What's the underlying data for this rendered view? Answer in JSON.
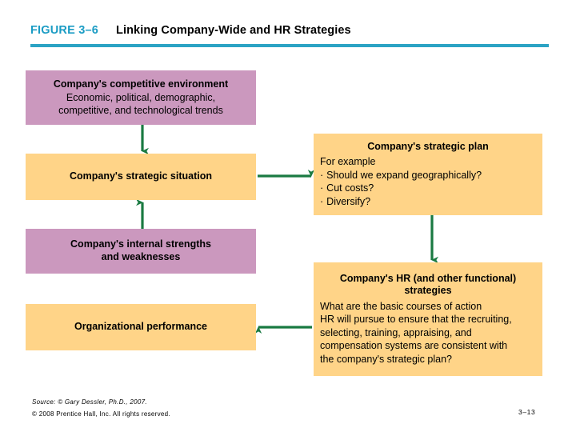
{
  "header": {
    "figure_label": "FIGURE 3–6",
    "title": "Linking Company-Wide and HR Strategies",
    "label_color": "#1b9cc4",
    "rule_color": "#2ba3c4"
  },
  "colors": {
    "pink_box": "#cb98be",
    "peach_box": "#ffd488",
    "arrow": "#1a7a42",
    "text": "#000000"
  },
  "diagram": {
    "type": "flowchart",
    "nodes": [
      {
        "id": "competitive-environment",
        "title": "Company's competitive environment",
        "sub_line1": "Economic, political, demographic,",
        "sub_line2": "competitive, and technological trends",
        "fill": "pink"
      },
      {
        "id": "strategic-situation",
        "title": "Company's strategic situation",
        "fill": "peach"
      },
      {
        "id": "internal-strengths",
        "title_line1": "Company's internal strengths",
        "title_line2": "and weaknesses",
        "fill": "pink"
      },
      {
        "id": "organizational-performance",
        "title": "Organizational performance",
        "fill": "peach"
      },
      {
        "id": "strategic-plan",
        "title": "Company's strategic plan",
        "intro": "For example",
        "bullets": [
          "Should we expand geographically?",
          "Cut costs?",
          "Diversify?"
        ],
        "fill": "peach"
      },
      {
        "id": "hr-strategies",
        "title_line1": "Company's HR (and other functional)",
        "title_line2": "strategies",
        "body_lines": [
          "What are the basic courses of action",
          "HR will pursue to ensure that the recruiting,",
          "selecting, training, appraising, and",
          "compensation systems are consistent with",
          "the company's strategic plan?"
        ],
        "fill": "peach"
      }
    ],
    "arrows": [
      {
        "id": "competitive-environment-to-strategic-situation",
        "direction": "down"
      },
      {
        "id": "internal-strengths-to-strategic-situation",
        "direction": "up"
      },
      {
        "id": "strategic-situation-to-strategic-plan",
        "direction": "right"
      },
      {
        "id": "strategic-plan-to-hr-strategies",
        "direction": "down"
      },
      {
        "id": "hr-strategies-to-organizational-performance",
        "direction": "left"
      }
    ]
  },
  "footer": {
    "source": "Source: © Gary Dessler, Ph.D., 2007.",
    "copyright": "© 2008 Prentice Hall, Inc. All rights reserved.",
    "page_number": "3–13"
  }
}
